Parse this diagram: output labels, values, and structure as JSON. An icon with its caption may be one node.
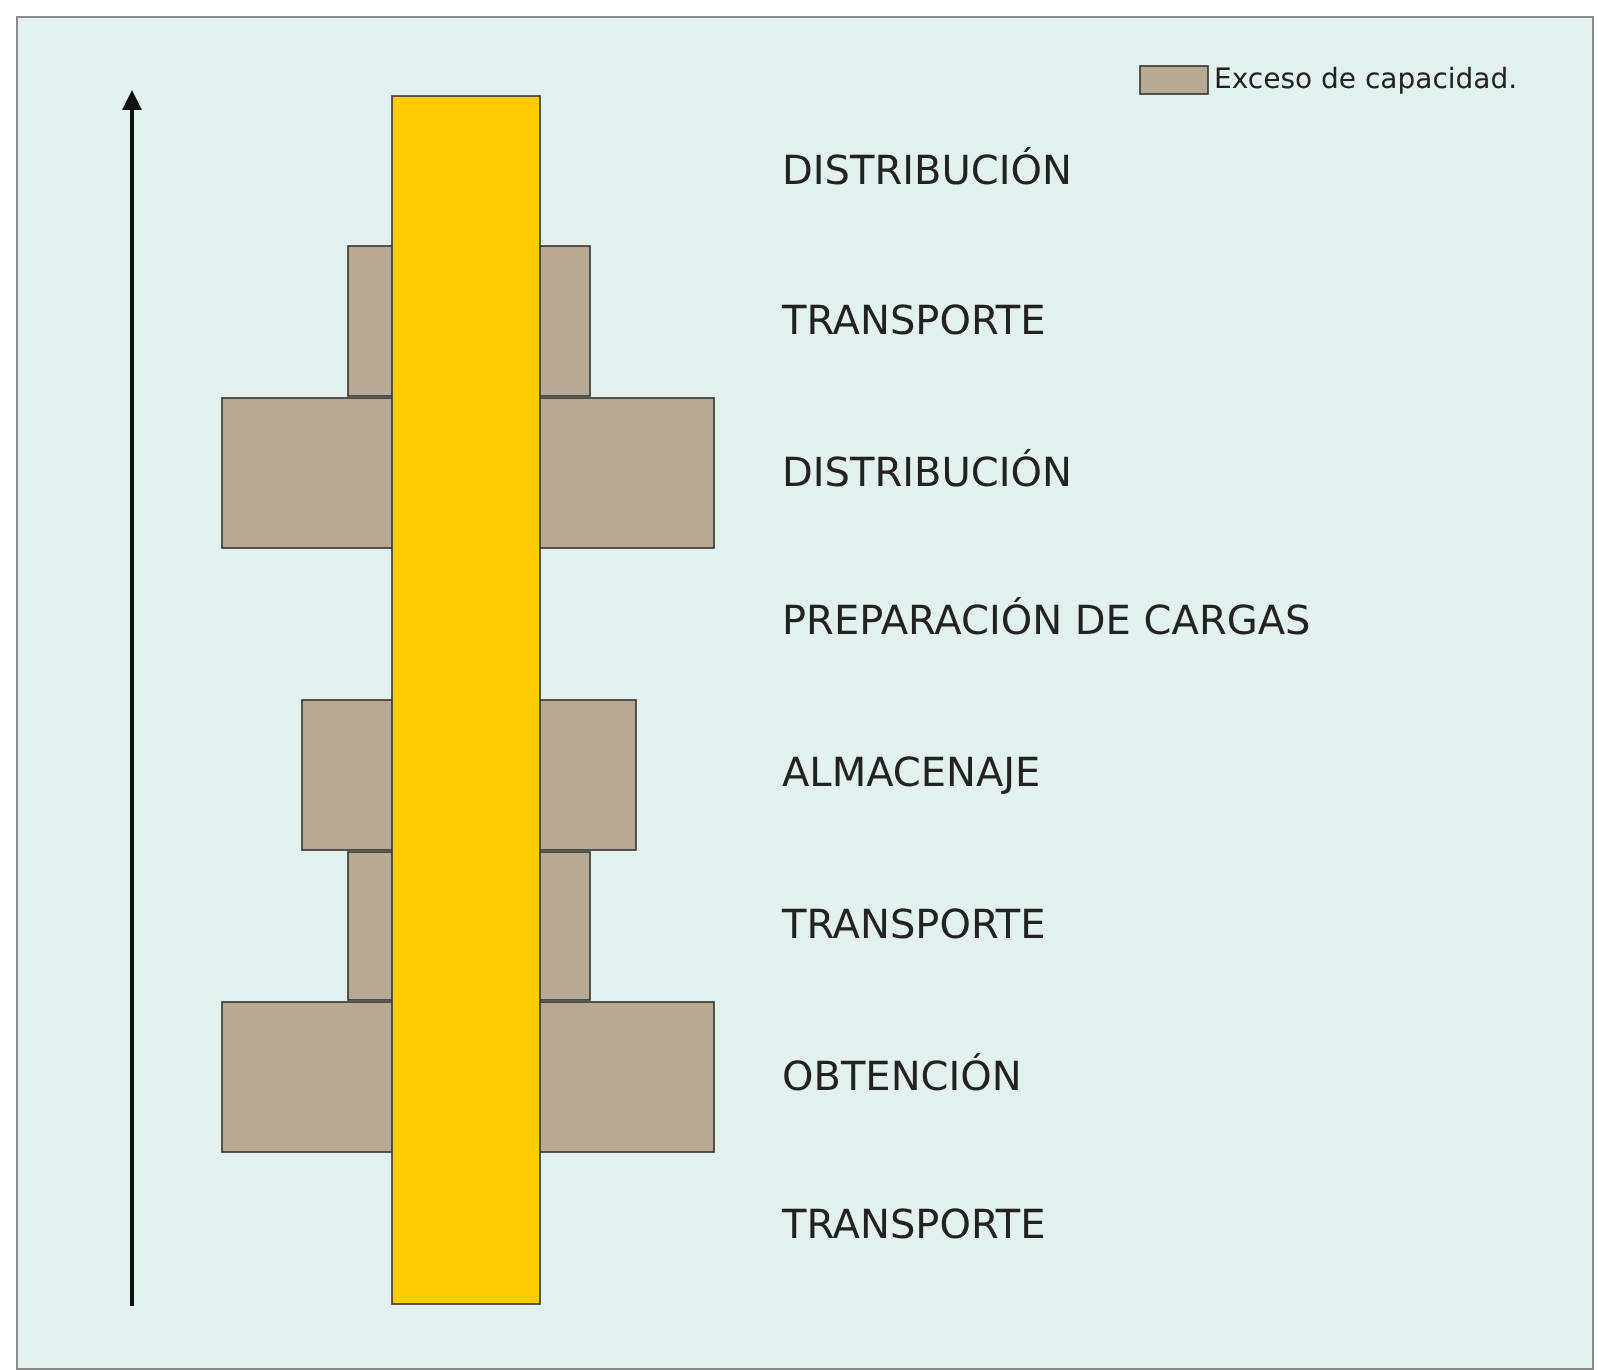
{
  "diagram": {
    "labels": [
      "DISTRIBUCIÓN",
      "TRANSPORTE",
      "DISTRIBUCIÓN",
      "PREPARACIÓN DE CARGAS",
      "ALMACENAJE",
      "TRANSPORTE",
      "OBTENCIÓN",
      "TRANSPORTE"
    ],
    "legend": [
      {
        "text": "Exceso de capacidad.",
        "color": "#b8a992"
      }
    ]
  }
}
